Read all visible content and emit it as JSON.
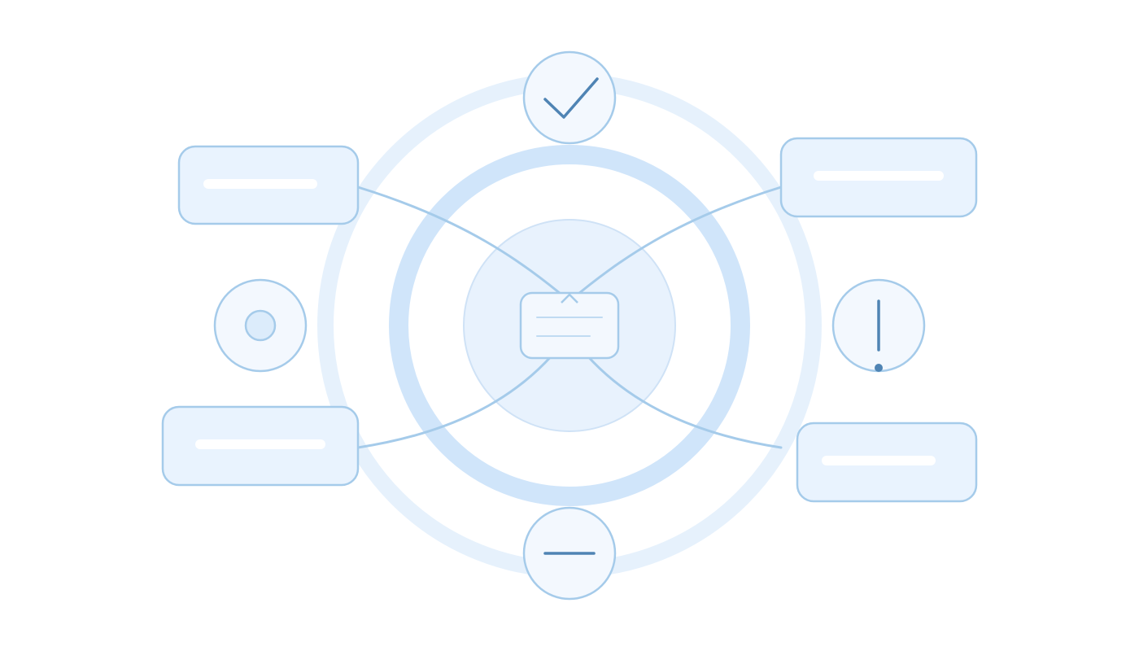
{
  "colors": {
    "background": "#ffffff",
    "outer_ring": "#e6f1fc",
    "middle_ring": "#d0e5fa",
    "inner_disc_fill": "#e8f2fd",
    "inner_disc_stroke": "#cfe2f6",
    "card_fill": "#e9f3fe",
    "card_stroke": "#a5cbea",
    "card_bar": "#ffffff",
    "connector": "#a5cbea",
    "node_fill": "#f3f8fe",
    "node_stroke": "#a5cbea",
    "icon_glyph": "#4f84b4"
  },
  "diagram": {
    "hub": {
      "icon": "card-icon"
    },
    "cards": [
      {
        "name": "card-top-left"
      },
      {
        "name": "card-bottom-left"
      },
      {
        "name": "card-top-right"
      },
      {
        "name": "card-bottom-right"
      }
    ],
    "nodes": [
      {
        "icon": "check-icon",
        "position": "top"
      },
      {
        "icon": "minus-icon",
        "position": "bottom"
      },
      {
        "icon": "dot-icon",
        "position": "left"
      },
      {
        "icon": "exclamation-icon",
        "position": "right"
      }
    ]
  }
}
